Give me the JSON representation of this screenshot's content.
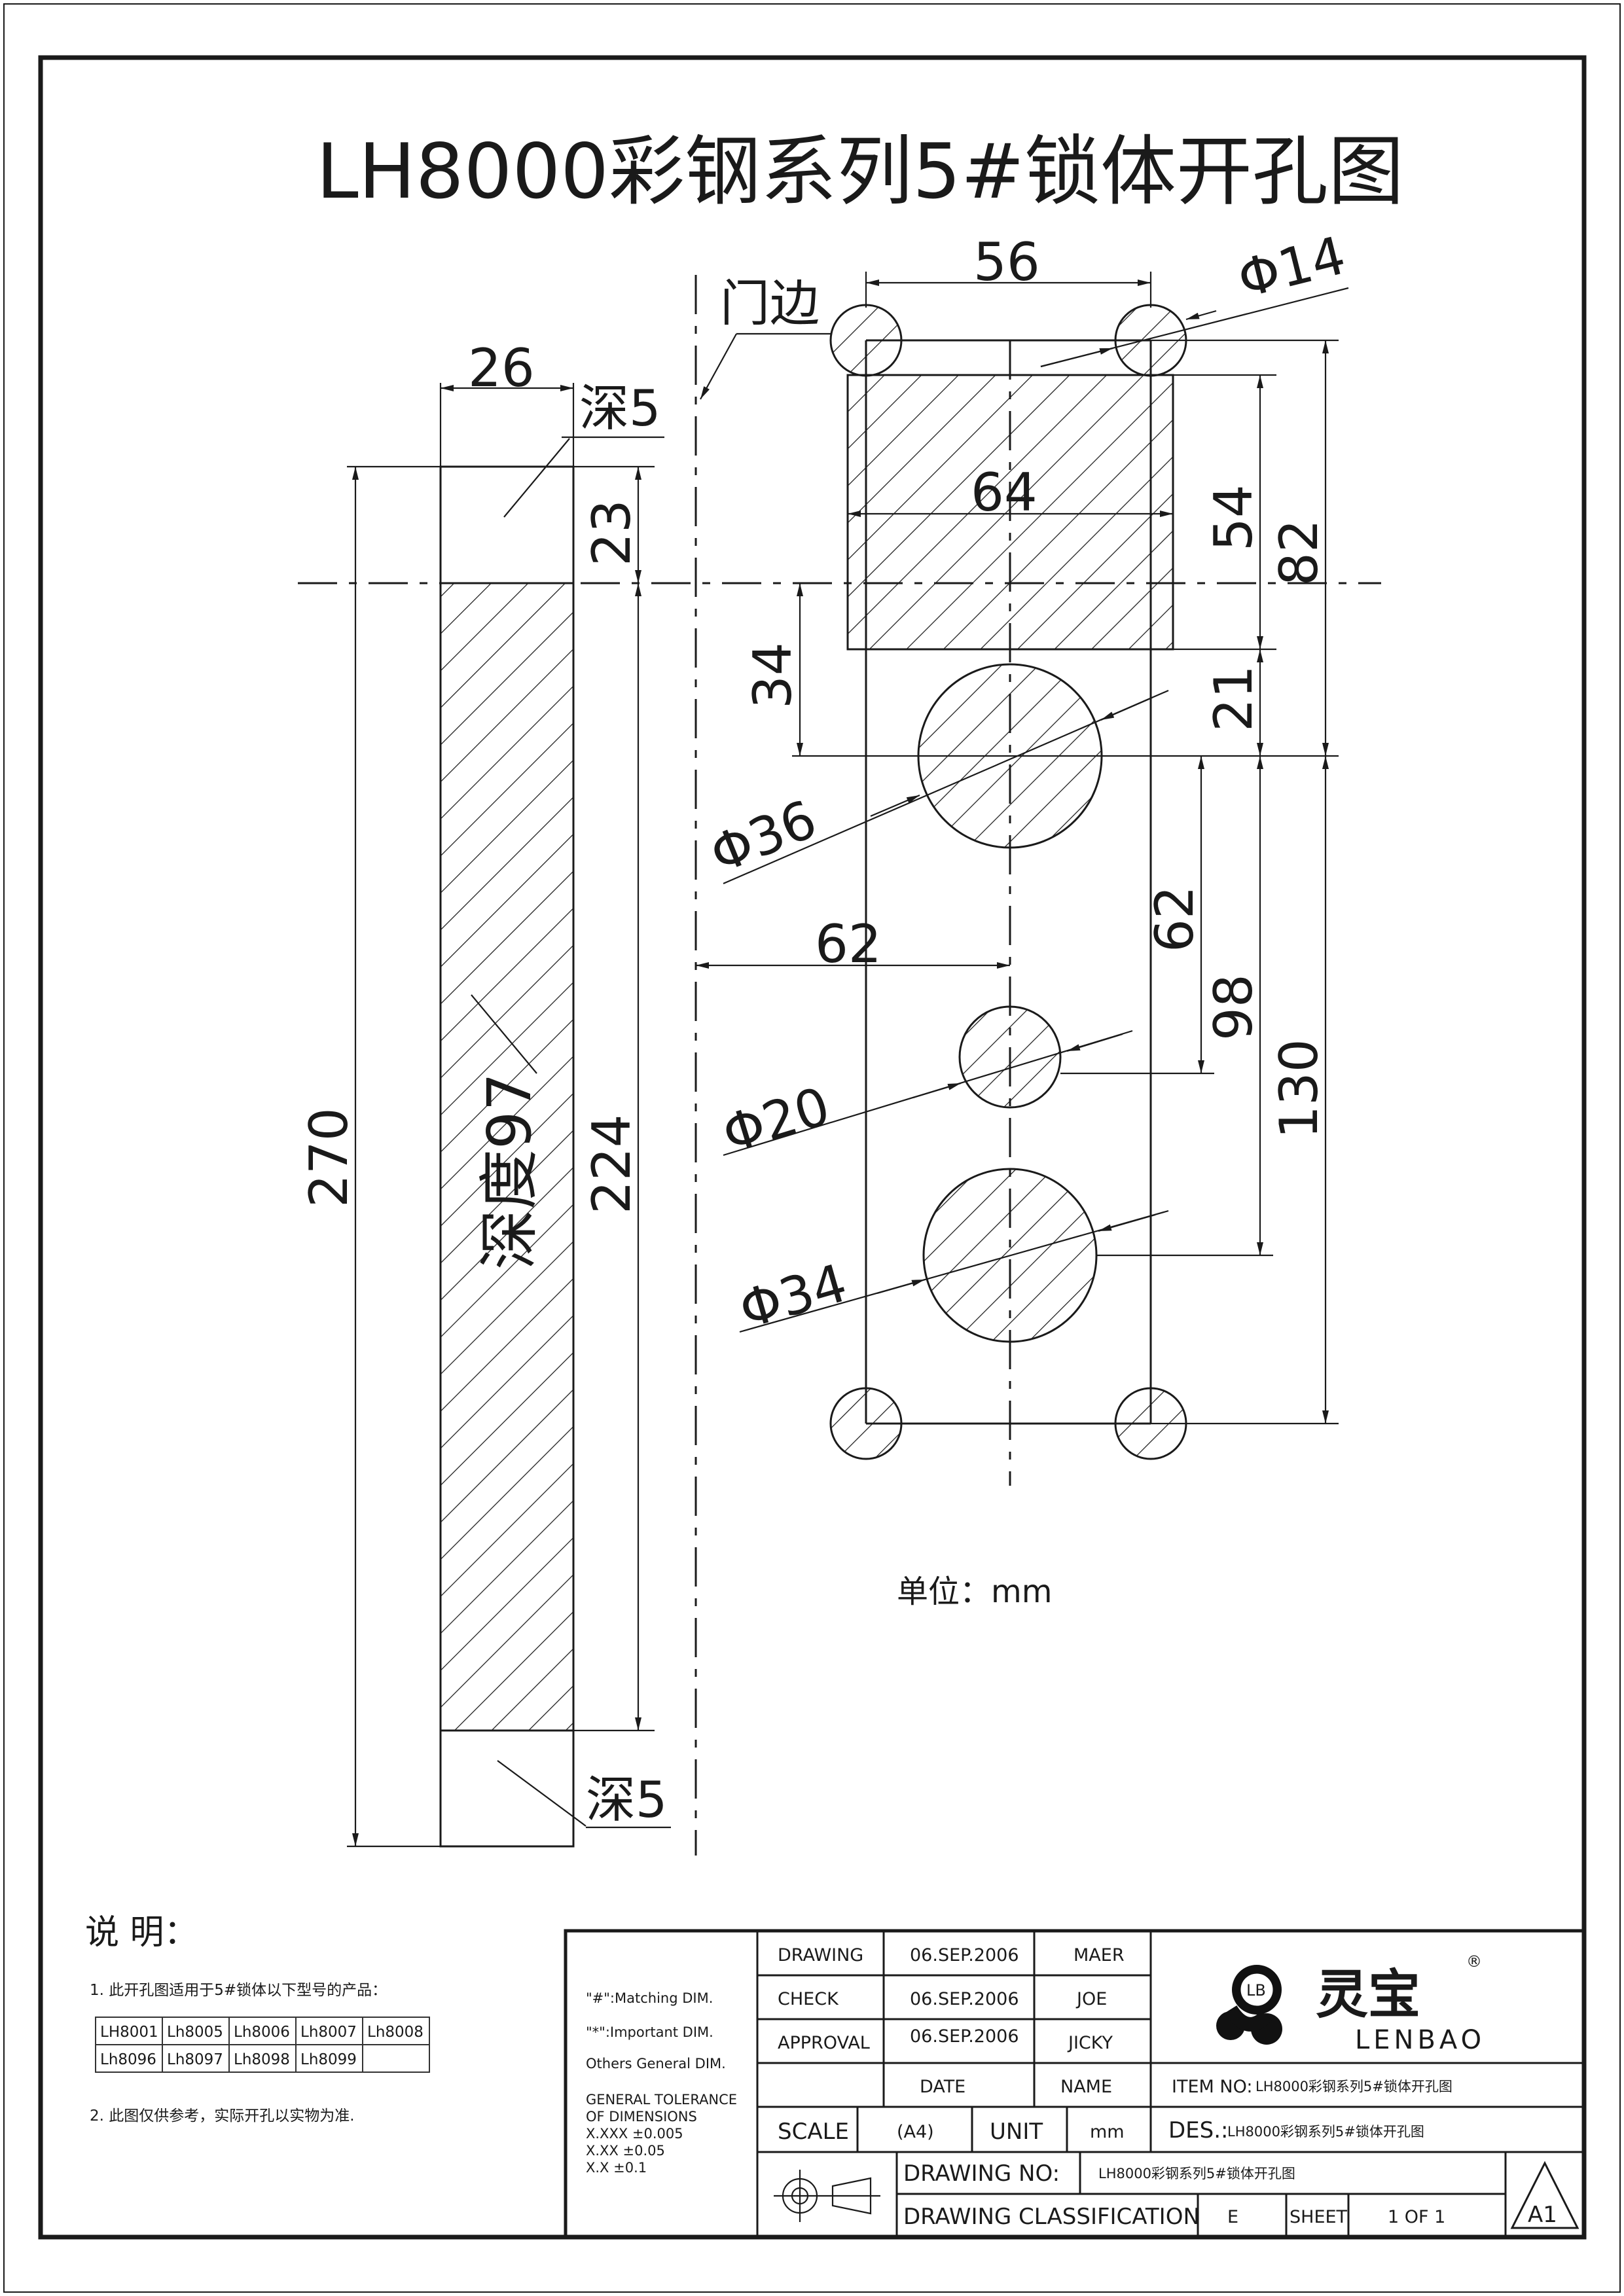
{
  "title": "LH8000彩钢系列5#锁体开孔图",
  "labels": {
    "door_edge": "门边",
    "depth5_top": "深5",
    "depth5_bottom": "深5",
    "depth97": "深度97",
    "unit": "单位：mm"
  },
  "dimensions": {
    "d26": "26",
    "d23": "23",
    "d270": "270",
    "d224": "224",
    "d56": "56",
    "phi14": "Φ14",
    "d64": "64",
    "d54": "54",
    "d82": "82",
    "d34": "34",
    "d21": "21",
    "phi36": "Φ36",
    "d62h": "62",
    "d62v": "62",
    "d98": "98",
    "d130": "130",
    "phi20": "Φ20",
    "phi34": "Φ34"
  },
  "notes": {
    "heading": "说 明：",
    "note1": "1. 此开孔图适用于5#锁体以下型号的产品：",
    "models": [
      [
        "LH8001",
        "Lh8005",
        "Lh8006",
        "Lh8007",
        "Lh8008"
      ],
      [
        "Lh8096",
        "Lh8097",
        "Lh8098",
        "Lh8099",
        ""
      ]
    ],
    "note2": "2. 此图仅供参考，实际开孔以实物为准."
  },
  "titleblock": {
    "matching": "\"#\":Matching DIM.",
    "important": "\"*\":Important  DIM.",
    "others": "Others General  DIM.",
    "tol_head1": "GENERAL TOLERANCE",
    "tol_head2": "OF DIMENSIONS",
    "tol1": "X.XXX   ±0.005",
    "tol2": "X.XX     ±0.05",
    "tol3": "X.X       ±0.1",
    "rows": [
      {
        "role": "DRAWING",
        "date": "06.SEP.2006",
        "name": "MAER"
      },
      {
        "role": "CHECK",
        "date": "06.SEP.2006",
        "name": "JOE"
      },
      {
        "role": "APPROVAL",
        "date": "06.SEP.2006",
        "name": "JICKY"
      }
    ],
    "date_head": "DATE",
    "name_head": "NAME",
    "item_no_label": "ITEM NO:",
    "item_no": "LH8000彩钢系列5#锁体开孔图",
    "scale_label": "SCALE",
    "scale": "(A4)",
    "unit_label": "UNIT",
    "unit": "mm",
    "des_label": "DES.:",
    "des": "LH8000彩钢系列5#锁体开孔图",
    "drawing_no_label": "DRAWING NO:",
    "drawing_no": "LH8000彩钢系列5#锁体开孔图",
    "classification_label": "DRAWING CLASSIFICATION",
    "classification": "E",
    "sheet_label": "SHEET",
    "sheet": "1 OF 1",
    "size": "A1",
    "logo_mark": "LB",
    "logo_cn": "灵宝",
    "logo_en": "LENBAO",
    "registered": "®"
  }
}
